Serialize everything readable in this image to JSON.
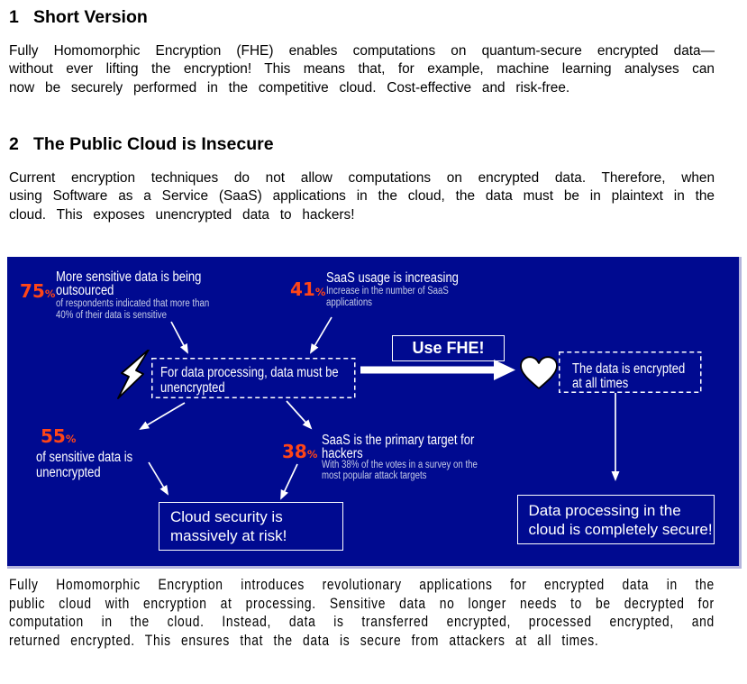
{
  "sections": [
    {
      "number": "1",
      "title": "Short Version",
      "lines": [
        "Fully Homomorphic Encryption (FHE) enables computations on quantum-secure encrypted data—",
        "without ever lifting the encryption! This means that, for example, machine learning analyses can",
        "now be securely performed in the competitive cloud. Cost-effective and risk-free."
      ]
    },
    {
      "number": "2",
      "title": "The Public Cloud is Insecure",
      "lines": [
        "Current encryption techniques do not allow computations on encrypted data. Therefore, when",
        "using Software as a Service (SaaS) applications in the cloud, the data must be in plaintext in the",
        "cloud. This exposes unencrypted data to hackers!"
      ]
    }
  ],
  "closing_paragraph": {
    "lines": [
      "Fully Homomorphic Encryption introduces revolutionary applications for encrypted data in the",
      "public cloud with encryption at processing. Sensitive data no longer needs to be decrypted for",
      "computation in the cloud. Instead, data is transferred encrypted, processed encrypted, and",
      "returned encrypted. This ensures that the data is secure from attackers at all times."
    ]
  },
  "diagram": {
    "background_color": "#000a90",
    "accent_color": "#ff4517",
    "stats": [
      {
        "value": "75",
        "unit": "%",
        "label_lines": [
          "More sensitive data is being",
          "outsourced"
        ],
        "sub_lines": [
          "of respondents indicated that more than",
          "40% of their data is sensitive"
        ]
      },
      {
        "value": "41",
        "unit": "%",
        "label_lines": [
          "SaaS usage is increasing"
        ],
        "sub_lines": [
          "Increase in the number of SaaS",
          "applications"
        ]
      },
      {
        "value": "55",
        "unit": "%",
        "label_lines": [
          "of sensitive data is",
          "unencrypted"
        ],
        "sub_lines": []
      },
      {
        "value": "38",
        "unit": "%",
        "label_lines": [
          "SaaS is the primary target for",
          "hackers"
        ],
        "sub_lines": [
          "With 38% of the votes in a survey on the",
          "most popular attack targets"
        ]
      }
    ],
    "problem_box_lines": [
      "For data processing, data must be",
      "unencrypted"
    ],
    "use_fhe_label": "Use FHE!",
    "encrypted_box_lines": [
      "The data is encrypted",
      "at all times"
    ],
    "risk_box_lines": [
      "Cloud security is",
      "massively at risk!"
    ],
    "secure_box_lines": [
      "Data processing in the",
      "cloud is completely secure!"
    ],
    "icons": {
      "lightning": "lightning-bolt-icon",
      "heart": "heart-icon"
    }
  }
}
